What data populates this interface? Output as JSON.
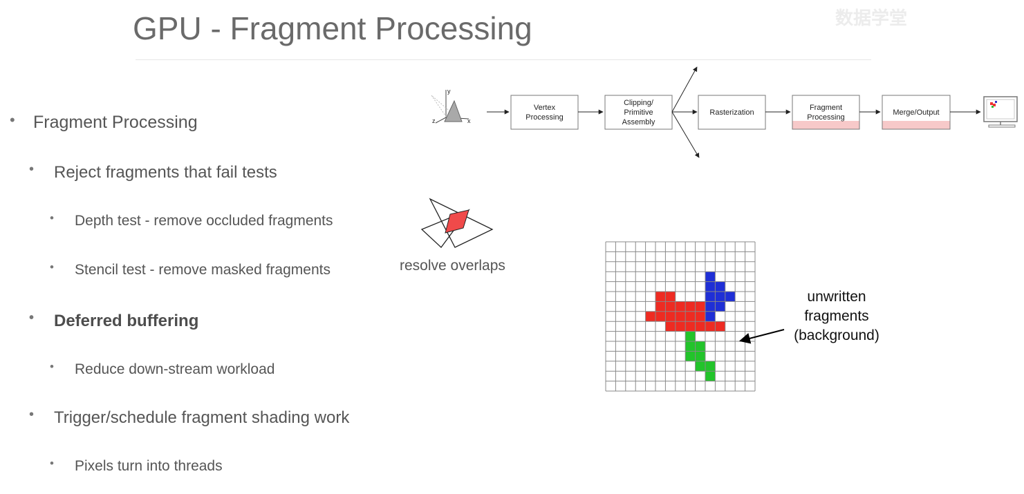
{
  "title": "GPU - Fragment Processing",
  "watermark": "数据学堂",
  "bullets": [
    {
      "level": 1,
      "text": "Fragment Processing",
      "bold": false
    },
    {
      "level": 2,
      "text": "Reject fragments that fail tests",
      "bold": false
    },
    {
      "level": 3,
      "text": "Depth test - remove occluded fragments",
      "bold": false
    },
    {
      "level": 3,
      "text": "Stencil test - remove masked fragments",
      "bold": false
    },
    {
      "level": 2,
      "text": "Deferred buffering",
      "bold": true
    },
    {
      "level": 3,
      "text": "Reduce down-stream workload",
      "bold": false
    },
    {
      "level": 2,
      "text": "Trigger/schedule fragment shading work",
      "bold": false
    },
    {
      "level": 3,
      "text": "Pixels turn into threads",
      "bold": false
    }
  ],
  "pipeline": {
    "axis_labels": {
      "x": "x",
      "y": "y",
      "z": "z"
    },
    "stages": [
      {
        "lines": [
          "Vertex",
          "Processing"
        ],
        "highlighted": false
      },
      {
        "lines": [
          "Clipping/",
          "Primitive",
          "Assembly"
        ],
        "highlighted": false
      },
      {
        "lines": [
          "Rasterization"
        ],
        "highlighted": false
      },
      {
        "lines": [
          "Fragment",
          "Processing"
        ],
        "highlighted": true
      },
      {
        "lines": [
          "Merge/Output"
        ],
        "highlighted": true
      }
    ],
    "highlight_color": "#f7c9c9"
  },
  "overlap_caption": "resolve overlaps",
  "overlap_fill_color": "#f04a4a",
  "grid": {
    "rows": 15,
    "cols": 15,
    "colors": {
      "red": "#ee2b22",
      "blue": "#1f2fd6",
      "green": "#22c42a",
      "line": "#888888"
    },
    "red_cells": [
      [
        5,
        5
      ],
      [
        5,
        6
      ],
      [
        6,
        5
      ],
      [
        6,
        6
      ],
      [
        6,
        7
      ],
      [
        6,
        8
      ],
      [
        6,
        9
      ],
      [
        7,
        4
      ],
      [
        7,
        5
      ],
      [
        7,
        6
      ],
      [
        7,
        7
      ],
      [
        7,
        8
      ],
      [
        7,
        9
      ],
      [
        7,
        10
      ],
      [
        8,
        6
      ],
      [
        8,
        7
      ],
      [
        8,
        8
      ],
      [
        8,
        9
      ],
      [
        8,
        10
      ],
      [
        8,
        11
      ]
    ],
    "blue_cells": [
      [
        3,
        10
      ],
      [
        4,
        10
      ],
      [
        4,
        11
      ],
      [
        5,
        10
      ],
      [
        5,
        11
      ],
      [
        5,
        12
      ],
      [
        6,
        10
      ],
      [
        6,
        11
      ],
      [
        7,
        10
      ]
    ],
    "green_cells": [
      [
        9,
        8
      ],
      [
        10,
        8
      ],
      [
        10,
        9
      ],
      [
        11,
        8
      ],
      [
        11,
        9
      ],
      [
        12,
        9
      ],
      [
        12,
        10
      ],
      [
        13,
        10
      ]
    ]
  },
  "annotation": [
    "unwritten",
    "fragments",
    "(background)"
  ]
}
